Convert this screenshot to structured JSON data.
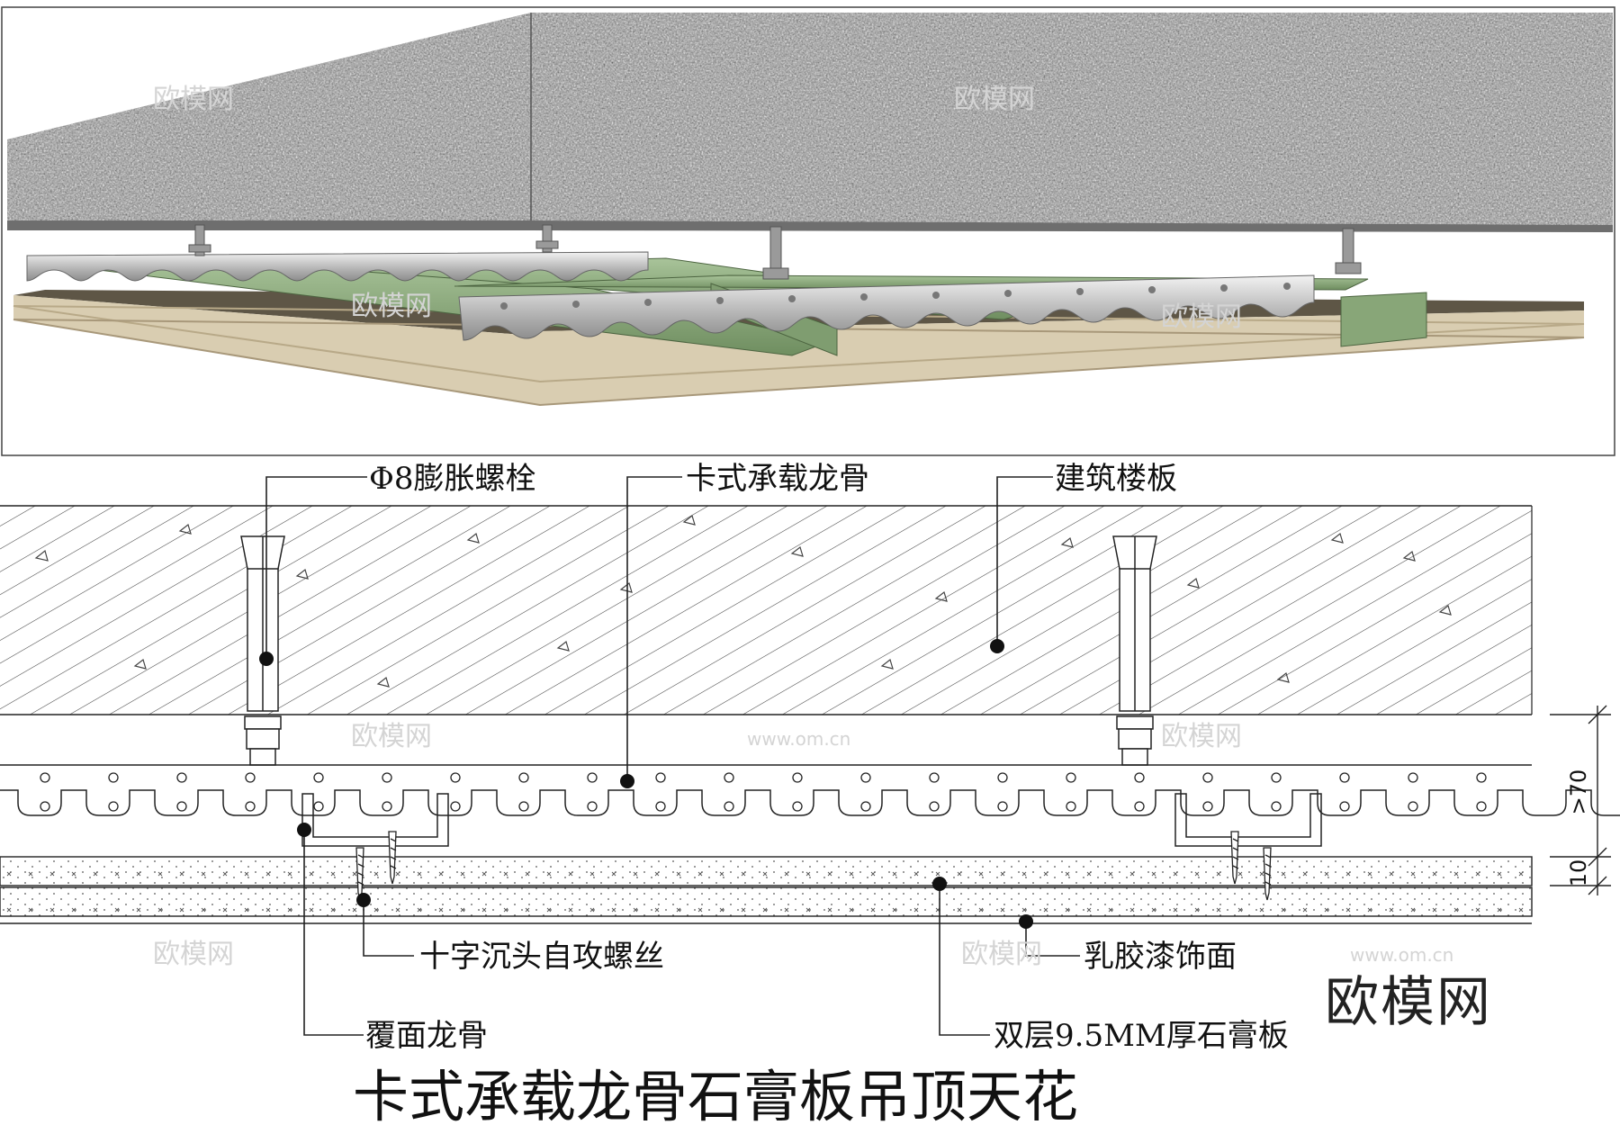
{
  "labels": {
    "bolt": "Φ8膨胀螺栓",
    "carrier": "卡式承载龙骨",
    "slab": "建筑楼板",
    "screw": "十字沉头自攻螺丝",
    "paint": "乳胶漆饰面",
    "cover": "覆面龙骨",
    "gypsum": "双层9.5MM厚石膏板"
  },
  "title": "卡式承载龙骨石膏板吊顶天花",
  "brand": "欧模网",
  "dimensions": {
    "upper": ">70",
    "lower": "10"
  },
  "watermarks": [
    "欧模网",
    "www.om.cn"
  ],
  "colors": {
    "concrete": "#8f8f8f",
    "stud_green": "#8fae7e",
    "gypsum_board": "#d8ccb0",
    "metal": "#c9c9c9"
  }
}
